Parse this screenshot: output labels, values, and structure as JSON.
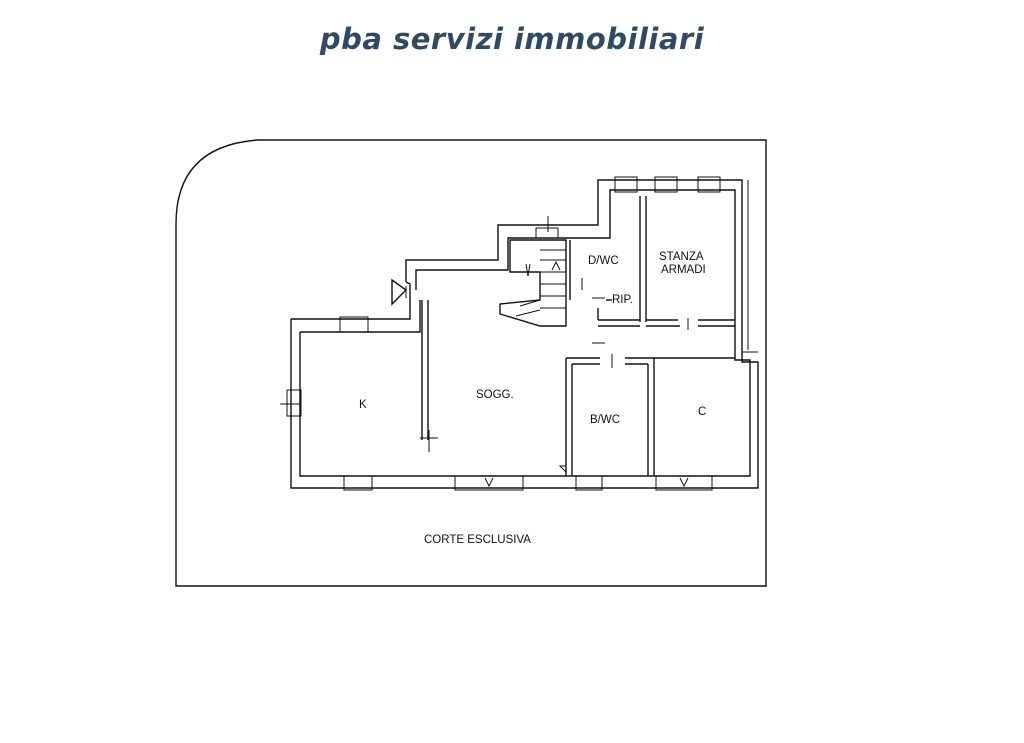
{
  "header": {
    "title": "pba servizi immobiliari",
    "title_color": "#2f4a63"
  },
  "floorplan": {
    "rooms": {
      "dwc": "D/WC",
      "stanza_armadi_line1": "STANZA",
      "stanza_armadi_line2": "ARMADI",
      "rip": "RIP.",
      "kitchen": "K",
      "soggiorno": "SOGG.",
      "bwc": "B/WC",
      "camera": "C"
    },
    "outdoor": "CORTE ESCLUSIVA",
    "line_color": "#111111"
  }
}
